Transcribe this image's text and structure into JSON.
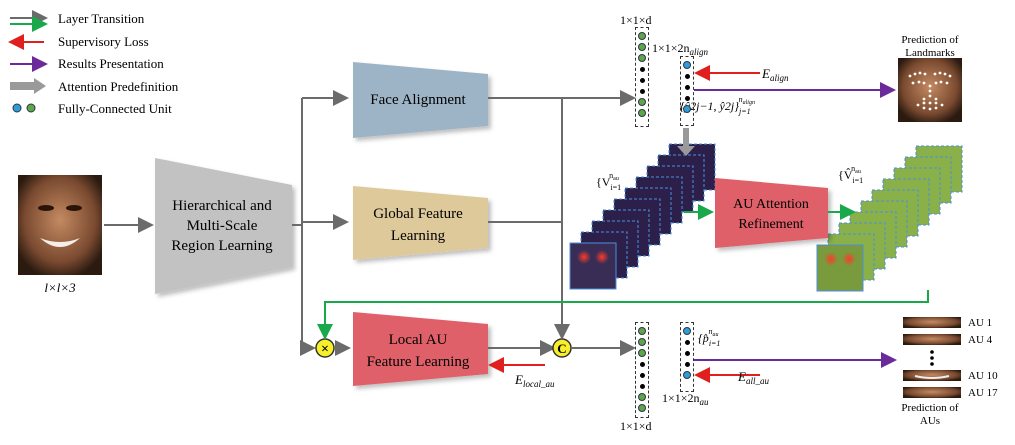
{
  "legend": {
    "items": [
      {
        "label": "Layer Transition",
        "color": "#666666"
      },
      {
        "label": "Supervisory Loss",
        "color": "#e0201f"
      },
      {
        "label": "Results Presentation",
        "color": "#6a2a9a"
      },
      {
        "label": "Attention Predefinition",
        "color": "#9a9a9a"
      },
      {
        "label": "Fully-Connected Unit",
        "color": "#2b9fd6"
      }
    ],
    "layer_transition_green": "#19a84a"
  },
  "input": {
    "size_label": "l×l×3"
  },
  "modules": {
    "hmr": [
      "Hierarchical and",
      "Multi-Scale",
      "Region Learning"
    ],
    "face_alignment": "Face Alignment",
    "global_feature": [
      "Global Feature",
      "Learning"
    ],
    "local_au": [
      "Local AU",
      "Feature Learning"
    ],
    "au_attention": [
      "AU Attention",
      "Refinement"
    ]
  },
  "dims": {
    "top_d": "1×1×d",
    "align_2n": "1×1×2n",
    "align_sub": "align",
    "bottom_d": "1×1×d",
    "au_2n": "1×1×2n",
    "au_sub": "au"
  },
  "losses": {
    "e_align": "E",
    "e_align_sub": "align",
    "e_local": "E",
    "e_local_sub": "local_au",
    "e_all": "E",
    "e_all_sub": "all_au"
  },
  "math": {
    "landmarks": "{ŷ2j−1, ŷ2j}",
    "landmarks_range": "j=1",
    "landmarks_sup": "n",
    "landmarks_sup_sub": "align",
    "V": "{V",
    "V_hat": "{V̂",
    "V_range": "i=1",
    "V_sup": "n",
    "V_sup_sub": "au",
    "p": "{p̂",
    "p_range": "i=1",
    "p_sup": "n",
    "p_sup_sub": "au"
  },
  "operators": {
    "multiply": "×",
    "concat": "C"
  },
  "outputs": {
    "landmarks_title": [
      "Prediction of",
      "Landmarks"
    ],
    "aus_title": [
      "Prediction of",
      "AUs"
    ],
    "au_labels": [
      "AU 1",
      "AU 4",
      "AU 10",
      "AU 17"
    ]
  },
  "colors": {
    "face_alignment": "#9db4c7",
    "global_feature": "#ddc99a",
    "local_au": "#e0606a",
    "au_attention": "#e0606a",
    "hmr": "#c0c0c0",
    "operator": "#f7ef2a"
  }
}
